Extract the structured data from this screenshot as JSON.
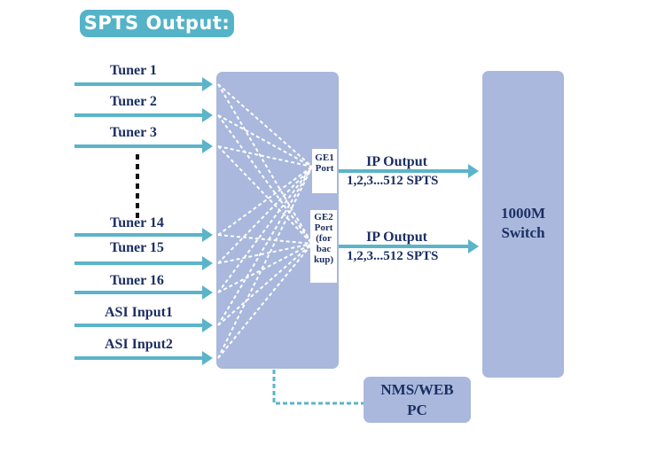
{
  "title": "SPTS Output:",
  "inputs": [
    "Tuner  1",
    "Tuner  2",
    "Tuner  3",
    "Tuner  14",
    "Tuner  15",
    "Tuner  16",
    "ASI Input1",
    "ASI Input2"
  ],
  "ports": {
    "ge1": "GE1 Port",
    "ge2": "GE2 Port (for bac kup)"
  },
  "outputs": [
    {
      "title": "IP Output",
      "sub": "1,2,3...512 SPTS"
    },
    {
      "title": "IP Output",
      "sub": "1,2,3...512 SPTS"
    }
  ],
  "switch": {
    "line1": "1000M",
    "line2": "Switch"
  },
  "nms": {
    "line1": "NMS/WEB",
    "line2": "PC"
  },
  "colors": {
    "arrow": "#5bb4c9",
    "box": "#a9b8dc",
    "title_pill": "#55b3c8",
    "text": "#1c2f63"
  }
}
